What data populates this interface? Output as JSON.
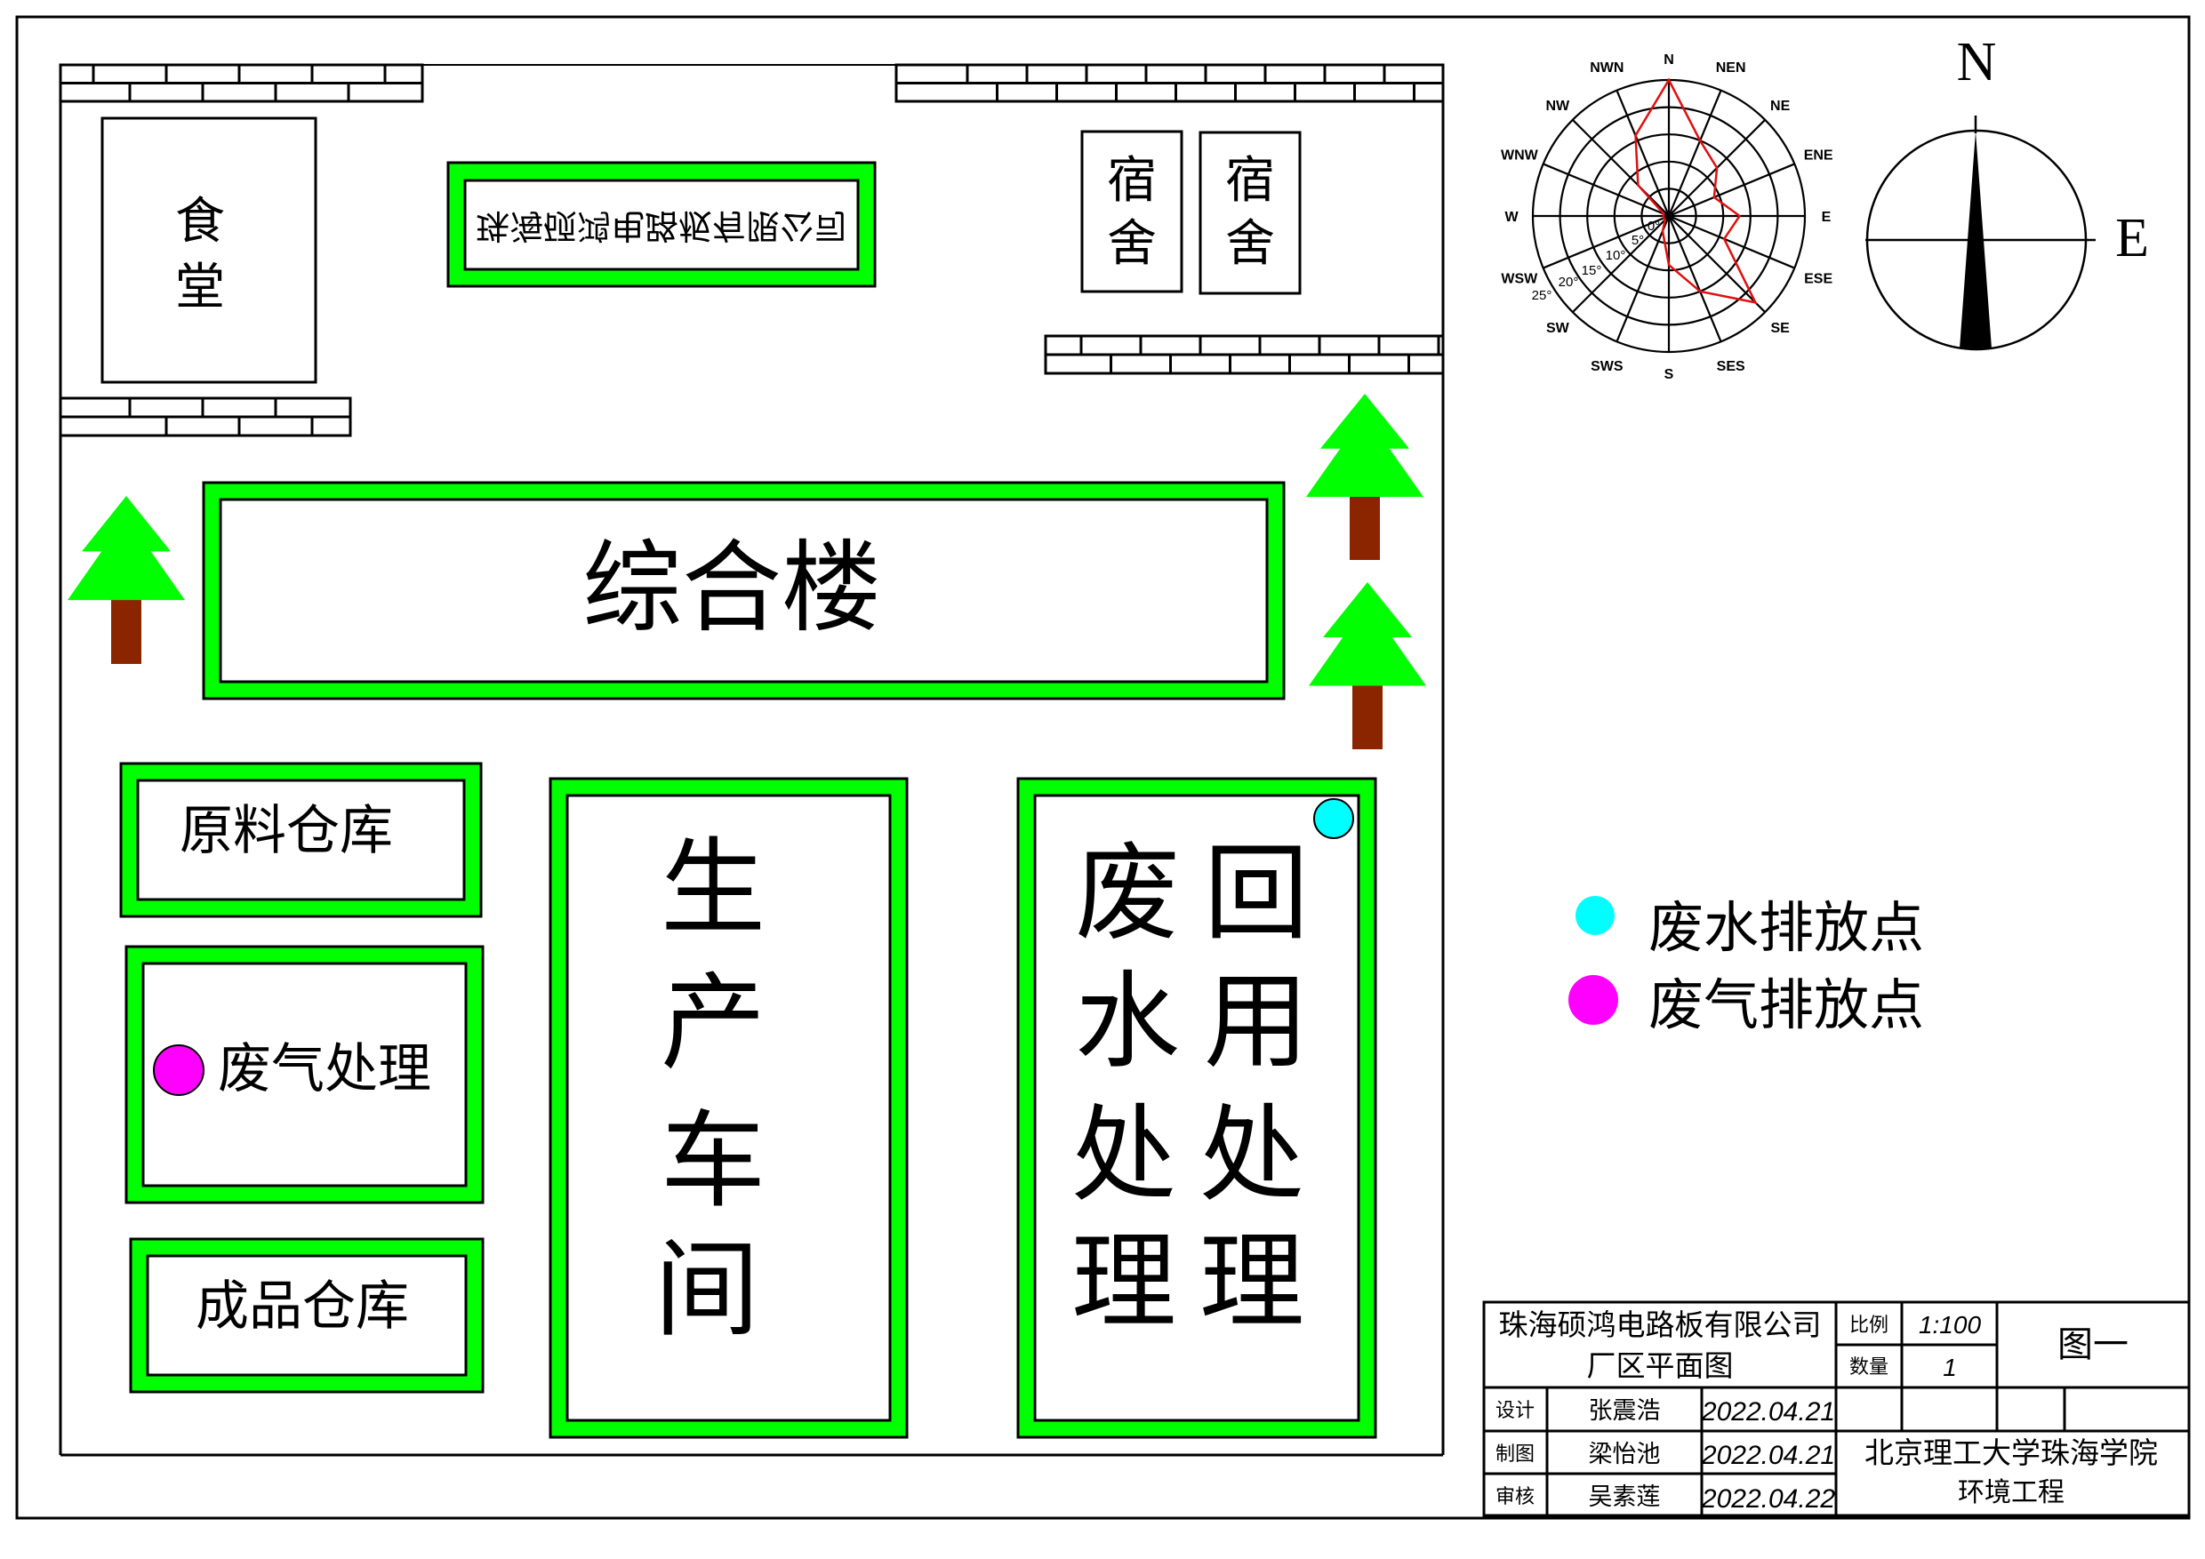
{
  "plan": {
    "canteen": [
      "食",
      "堂"
    ],
    "dorm1": [
      "宿",
      "舍"
    ],
    "dorm2": [
      "宿",
      "舍"
    ],
    "sign": "珠海硕鸿电路板有限公司",
    "office_building": "综合楼",
    "raw_material_warehouse": "原料仓库",
    "waste_gas_treatment": "废气处理",
    "finished_goods_warehouse": "成品仓库",
    "production_workshop": [
      "生",
      "产",
      "车",
      "间"
    ],
    "wastewater_treatment": [
      "废",
      "水",
      "处",
      "理"
    ],
    "reuse_treatment": [
      "回",
      "用",
      "处",
      "理"
    ],
    "colors": {
      "green": "#00ff00",
      "trunk": "#8b2500",
      "wastewater": "#00ffff",
      "waste_gas": "#ff00ff"
    }
  },
  "legend": {
    "wastewater_outlet": "废水排放点",
    "waste_gas_outlet": "废气排放点"
  },
  "wind_rose": {
    "directions": [
      "N",
      "NEN",
      "NE",
      "ENE",
      "E",
      "ESE",
      "SE",
      "SES",
      "S",
      "SWS",
      "SW",
      "WSW",
      "W",
      "WNW",
      "NW",
      "NWN"
    ],
    "values": [
      25,
      15,
      12.5,
      9,
      13,
      11,
      22.5,
      15,
      9,
      3,
      1,
      1,
      1,
      1,
      8,
      16
    ],
    "ring_labels": [
      "0°",
      "5°",
      "10°",
      "15°",
      "20°",
      "25°"
    ],
    "max": 25,
    "line_color": "#e01010"
  },
  "compass": {
    "north": "N",
    "east": "E"
  },
  "title_block": {
    "company": "珠海硕鸿电路板有限公司",
    "drawing_title": "厂区平面图",
    "scale_label": "比例",
    "scale_value": "1:100",
    "quantity_label": "数量",
    "quantity_value": "1",
    "figure": "图一",
    "rows": [
      {
        "role": "设计",
        "name": "张震浩",
        "date": "2022.04.21"
      },
      {
        "role": "制图",
        "name": "梁怡池",
        "date": "2022.04.21"
      },
      {
        "role": "审核",
        "name": "吴素莲",
        "date": "2022.04.22"
      }
    ],
    "school": "北京理工大学珠海学院",
    "department": "环境工程"
  }
}
